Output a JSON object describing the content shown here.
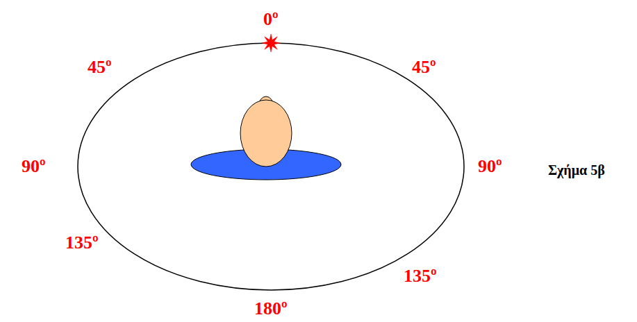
{
  "diagram": {
    "caption": "Σχήμα 5β",
    "labels": [
      "0º",
      "45º",
      "45º",
      "90º",
      "90º",
      "135º",
      "135º",
      "180º"
    ]
  }
}
